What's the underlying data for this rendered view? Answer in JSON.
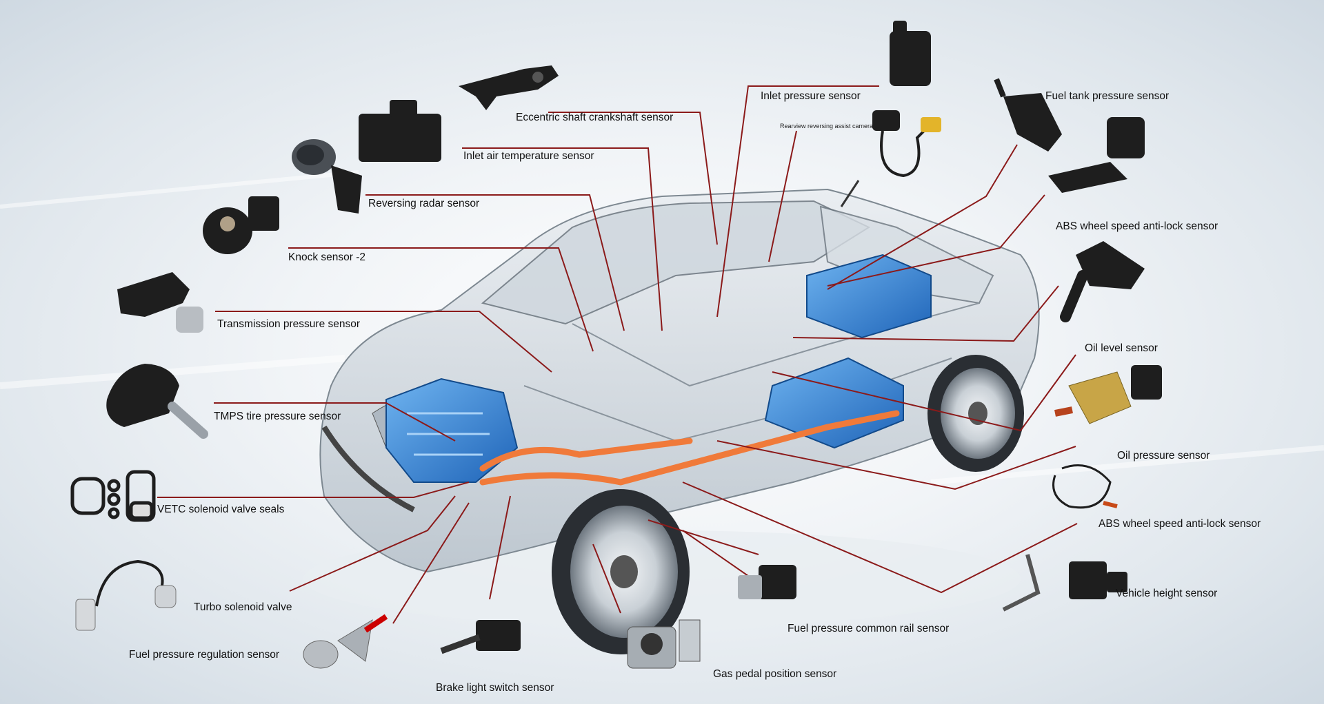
{
  "diagram": {
    "labels": {
      "eccentric_shaft": "Eccentric shaft crankshaft sensor",
      "inlet_air_temp": "Inlet air temperature sensor",
      "reversing_radar": "Reversing radar sensor",
      "knock": "Knock sensor -2",
      "transmission": "Transmission pressure sensor",
      "tmps": "TMPS tire pressure sensor",
      "vetc": "VETC solenoid valve seals",
      "turbo": "Turbo solenoid valve",
      "fuel_reg": "Fuel pressure regulation sensor",
      "brake": "Brake light switch sensor",
      "gas_pedal": "Gas pedal position sensor",
      "common_rail": "Fuel pressure common rail sensor",
      "inlet_pressure": "Inlet pressure sensor",
      "rear_camera": "Rearview reversing assist camera",
      "fuel_tank": "Fuel tank pressure sensor",
      "abs_top": "ABS wheel speed anti-lock sensor",
      "oil_level": "Oil level sensor",
      "oil_pressure": "Oil pressure sensor",
      "abs_bottom": "ABS wheel speed anti-lock sensor",
      "vehicle_height": "Vehicle height sensor"
    },
    "colors": {
      "leader_line": "#8b1a1a",
      "coolant_blue": "#2f7fd0",
      "wiring_orange": "#f07a3a",
      "sensor_black": "#1e1e1e"
    }
  }
}
